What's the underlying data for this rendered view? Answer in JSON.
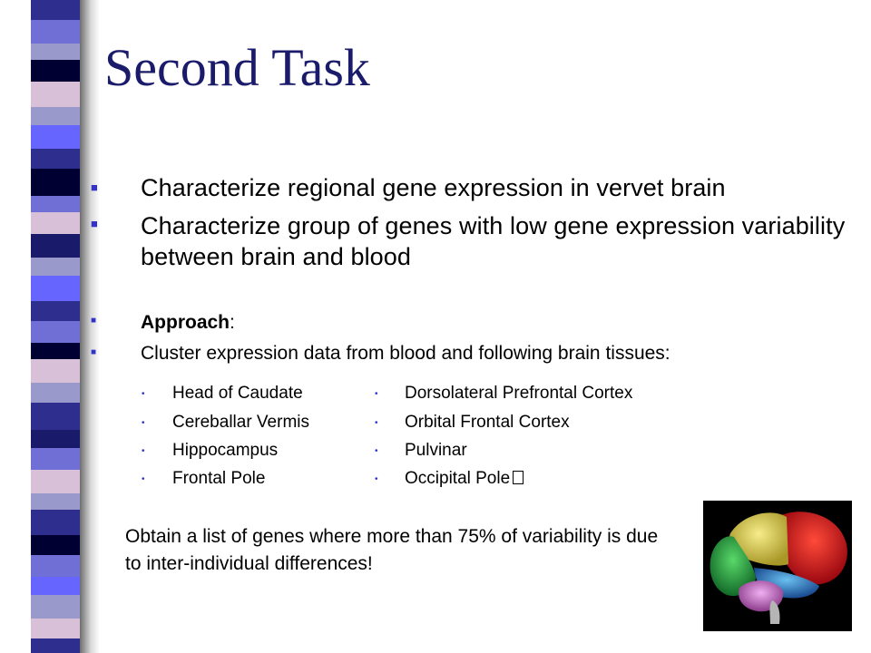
{
  "slide": {
    "title": "Second Task",
    "bullets": [
      "Characterize regional gene expression in vervet brain",
      "Characterize group of genes with low gene expression variability between brain and blood"
    ],
    "approach": {
      "label": "Approach",
      "suffix": ":"
    },
    "cluster_text": "Cluster expression data from blood and following brain tissues:",
    "tissues_left": [
      "Head of Caudate",
      "Cereballar Vermis",
      "Hippocampus",
      "Frontal Pole"
    ],
    "tissues_right": [
      "Dorsolateral Prefrontal Cortex",
      "Orbital Frontal Cortex",
      "Pulvinar",
      "Occipital Pole"
    ],
    "conclusion": "Obtain a list of genes where more than 75% of variability is due to inter-individual differences!"
  },
  "colors": {
    "title": "#1b1b6b",
    "bullet": "#3333cc",
    "stripe": [
      "#2e2e8e",
      "#6f6fd6",
      "#9999cc",
      "#000033",
      "#d8c0d8",
      "#6666ff",
      "#1a1a6b"
    ],
    "brain": {
      "frontal": "#e0181e",
      "parietal": "#e8d85a",
      "occipital": "#2aa84a",
      "temporal": "#3a8fd0",
      "cerebellum": "#d884d8"
    }
  }
}
